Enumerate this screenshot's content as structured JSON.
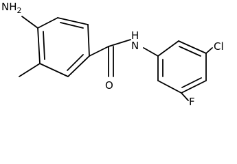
{
  "molecule": {
    "labels": {
      "amine": "NH",
      "amine_subscript": "2",
      "amide_n": "N",
      "amide_h": "H",
      "carbonyl_o": "O",
      "chloro": "Cl",
      "fluoro": "F"
    }
  }
}
